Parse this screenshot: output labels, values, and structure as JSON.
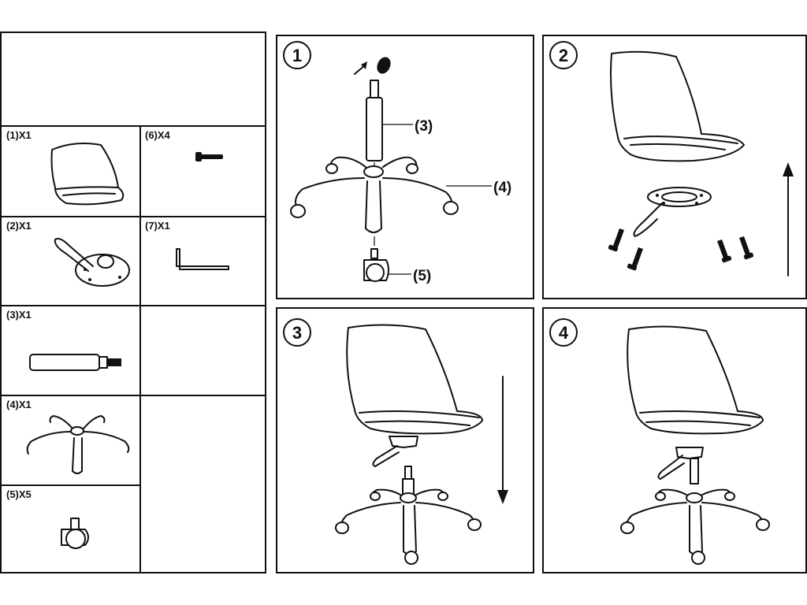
{
  "parts": [
    {
      "id": "part-1",
      "label": "(1)X1"
    },
    {
      "id": "part-6",
      "label": "(6)X4"
    },
    {
      "id": "part-2",
      "label": "(2)X1"
    },
    {
      "id": "part-7",
      "label": "(7)X1"
    },
    {
      "id": "part-3",
      "label": "(3)X1"
    },
    {
      "id": "part-4",
      "label": "(4)X1"
    },
    {
      "id": "part-5",
      "label": "(5)X5"
    }
  ],
  "steps": [
    {
      "number": "1",
      "callouts": [
        "(3)",
        "(4)",
        "(5)"
      ]
    },
    {
      "number": "2"
    },
    {
      "number": "3"
    },
    {
      "number": "4"
    }
  ]
}
